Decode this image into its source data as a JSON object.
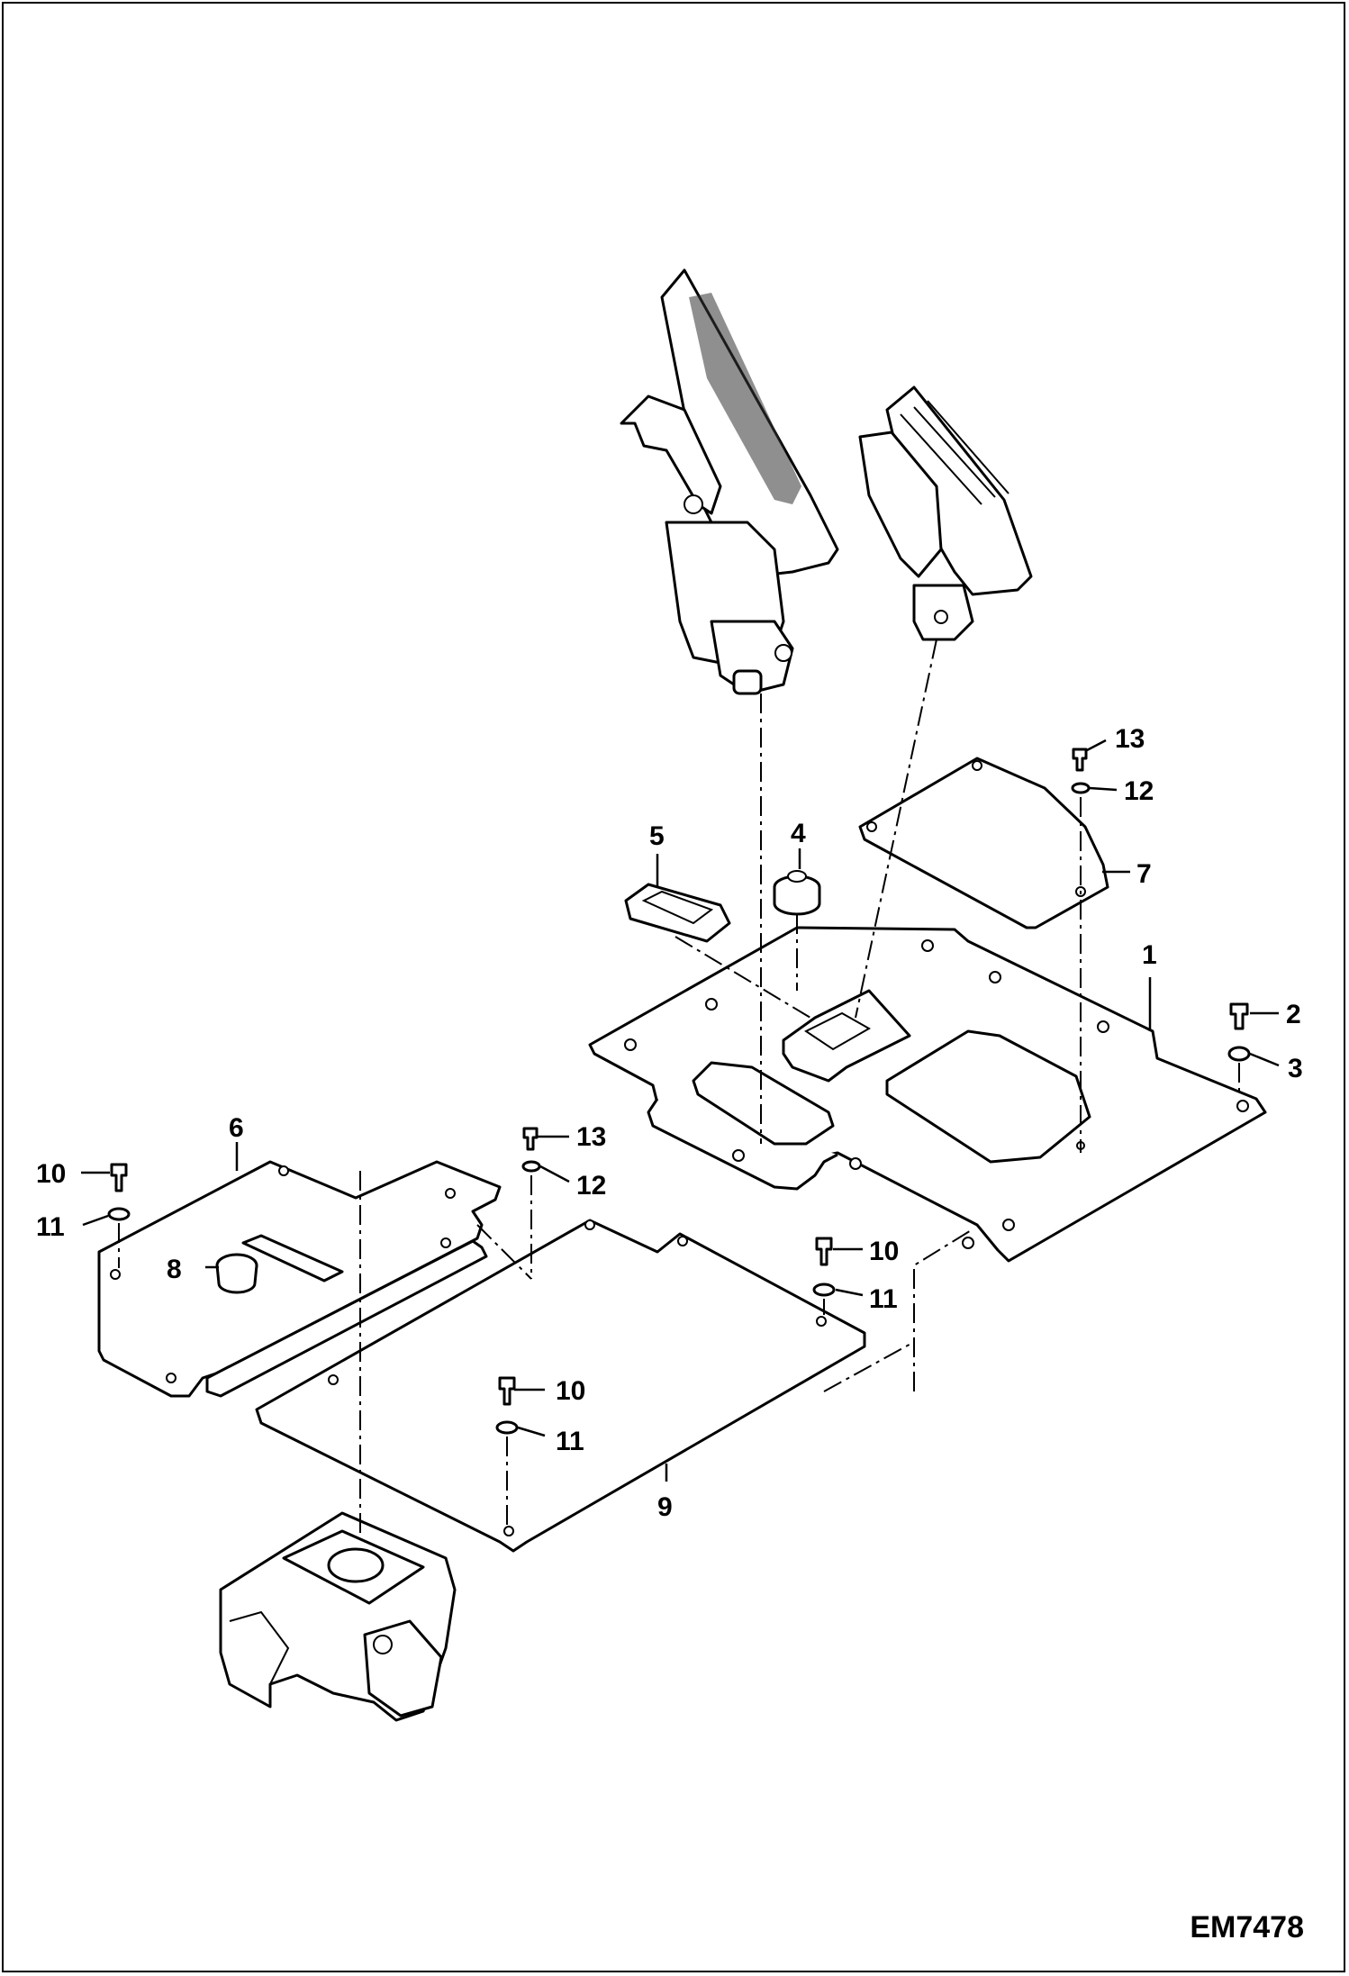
{
  "figure_id": "EM7478",
  "callouts": [
    {
      "id": "c1",
      "label": "1"
    },
    {
      "id": "c2",
      "label": "2"
    },
    {
      "id": "c3",
      "label": "3"
    },
    {
      "id": "c4",
      "label": "4"
    },
    {
      "id": "c5",
      "label": "5"
    },
    {
      "id": "c6",
      "label": "6"
    },
    {
      "id": "c7",
      "label": "7"
    },
    {
      "id": "c8",
      "label": "8"
    },
    {
      "id": "c9",
      "label": "9"
    },
    {
      "id": "c10a",
      "label": "10"
    },
    {
      "id": "c10b",
      "label": "10"
    },
    {
      "id": "c10c",
      "label": "10"
    },
    {
      "id": "c11a",
      "label": "11"
    },
    {
      "id": "c11b",
      "label": "11"
    },
    {
      "id": "c11c",
      "label": "11"
    },
    {
      "id": "c12a",
      "label": "12"
    },
    {
      "id": "c12b",
      "label": "12"
    },
    {
      "id": "c13a",
      "label": "13"
    },
    {
      "id": "c13b",
      "label": "13"
    }
  ]
}
